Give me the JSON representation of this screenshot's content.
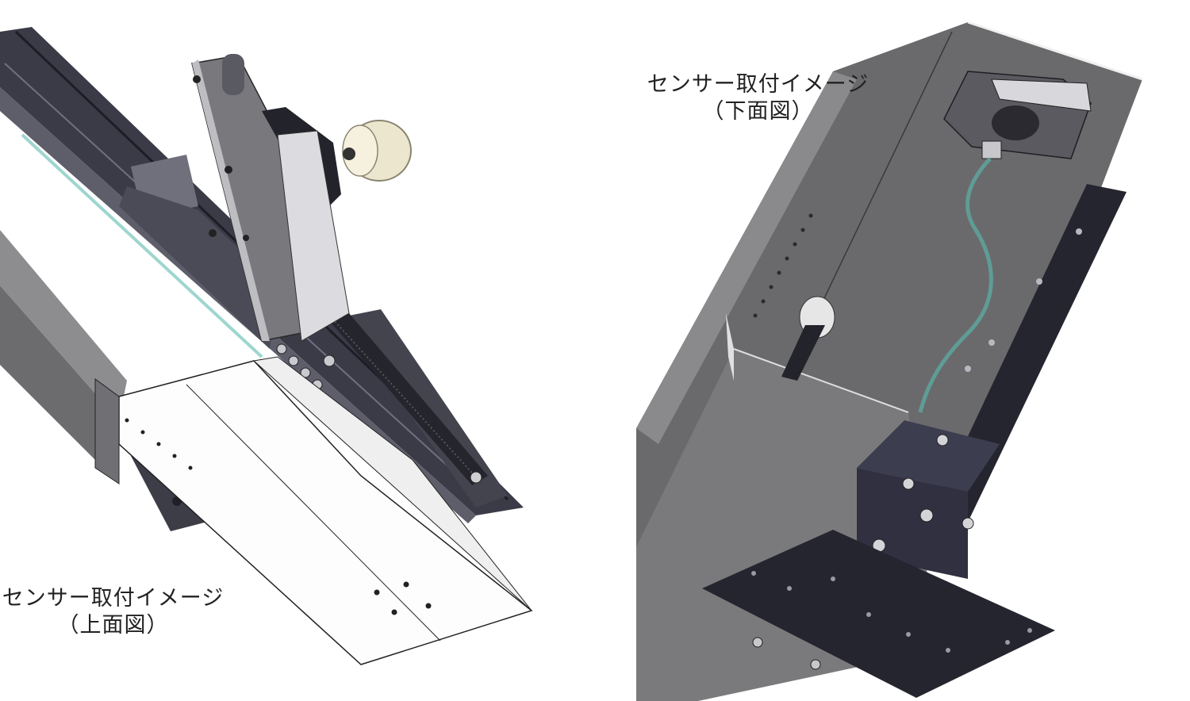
{
  "captions": {
    "top_view": {
      "line1": "センサー取付イメージ",
      "line2": "（上面図）"
    },
    "bottom_view": {
      "line1": "センサー取付イメージ",
      "line2": "（下面図）"
    }
  },
  "colors": {
    "rail_dark": "#3b3b48",
    "rail_mid": "#5e5e6b",
    "plate_grey": "#777779",
    "sheet_white": "#fdfdfd",
    "cover_grey": "#6c6c6e",
    "bracket_black": "#252530",
    "roller_cream": "#ece6cf",
    "cable_teal": "#5f9c95",
    "glass_edge": "#9ed6cf"
  },
  "icons": {
    "top_view": "cad-assembly-top-view",
    "bottom_view": "cad-assembly-bottom-view"
  }
}
